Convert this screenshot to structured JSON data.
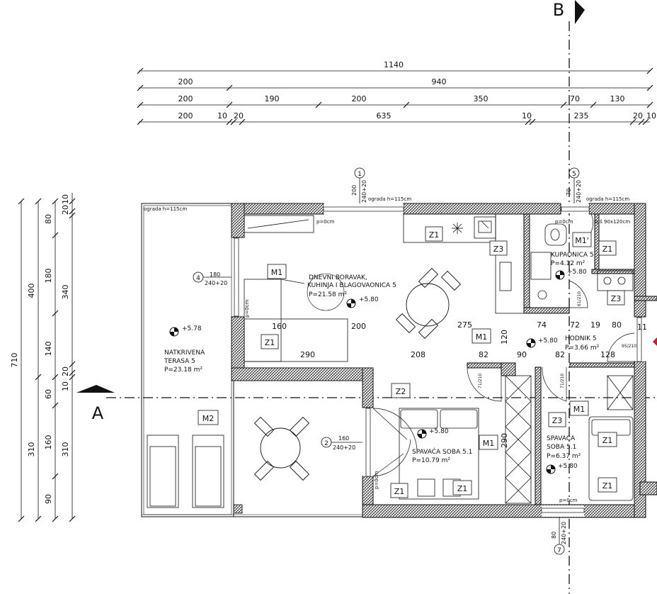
{
  "dimensions": {
    "top": {
      "row1": [
        "1140"
      ],
      "row2": [
        "200",
        "940"
      ],
      "row3": [
        "200",
        "190",
        "200",
        "350",
        "70",
        "130"
      ],
      "row4": [
        "200",
        "10",
        "20",
        "635",
        "10",
        "235",
        "20",
        "10"
      ]
    },
    "left": {
      "outer": [
        "710"
      ],
      "col2": [
        "400",
        "310"
      ],
      "col3": [
        "80",
        "180",
        "140",
        "60",
        "160",
        "90"
      ],
      "col4": [
        "20",
        "10",
        "340",
        "20",
        "10",
        "310"
      ]
    },
    "interior": [
      "160",
      "200",
      "275",
      "290",
      "208",
      "82",
      "74",
      "72",
      "19",
      "80",
      "90",
      "82",
      "128",
      "120",
      "11",
      "290"
    ]
  },
  "rooms": [
    {
      "name_lines": [
        "DNEVNI BORAVAK,",
        "KUHINJA I BLAGOVAONICA 5"
      ],
      "area": "P=21.58 m²",
      "level": "+5.80"
    },
    {
      "name_lines": [
        "KUPAONICA 5"
      ],
      "area": "P=4.12 m²",
      "level": "+5.80"
    },
    {
      "name_lines": [
        "HODNIK 5"
      ],
      "area": "P=3.66 m²",
      "level": "+5.80"
    },
    {
      "name_lines": [
        "NATKRIVENA",
        "TERASA 5"
      ],
      "area": "P=23.18 m²",
      "level": "+5.78"
    },
    {
      "name_lines": [
        "SPAVAĆA SOBA 5.1"
      ],
      "area": "P=10.79 m²",
      "level": "+5.80"
    },
    {
      "name_lines": [
        "SPAVAĆA",
        "SOBA 5.1"
      ],
      "area": "P=6.37 m²",
      "level": "+5.80"
    }
  ],
  "tags": [
    "Z1",
    "Z1",
    "Z1",
    "Z1",
    "Z1",
    "Z1",
    "Z1",
    "Z2",
    "Z3",
    "Z3",
    "Z3",
    "M1",
    "M1",
    "M1",
    "M1",
    "M1'",
    "M2"
  ],
  "notes": {
    "railing": "ograda h=115cm",
    "floor_p0": "p=0cm",
    "shower": "tuš 90x120cm"
  },
  "openings": [
    {
      "marker": "1",
      "width": "200",
      "height": "240+20"
    },
    {
      "marker": "5",
      "width": "70",
      "height": "240+20"
    },
    {
      "marker": "4",
      "width": "180",
      "height": "240+20"
    },
    {
      "marker": "2",
      "width": "160",
      "height": "240+20"
    },
    {
      "marker": "7",
      "width": "80",
      "height": "240+20"
    }
  ],
  "door_labels": [
    "71/210",
    "71/210",
    "61/210",
    "95/210"
  ],
  "section_marks": {
    "a": "A",
    "b": "B"
  }
}
